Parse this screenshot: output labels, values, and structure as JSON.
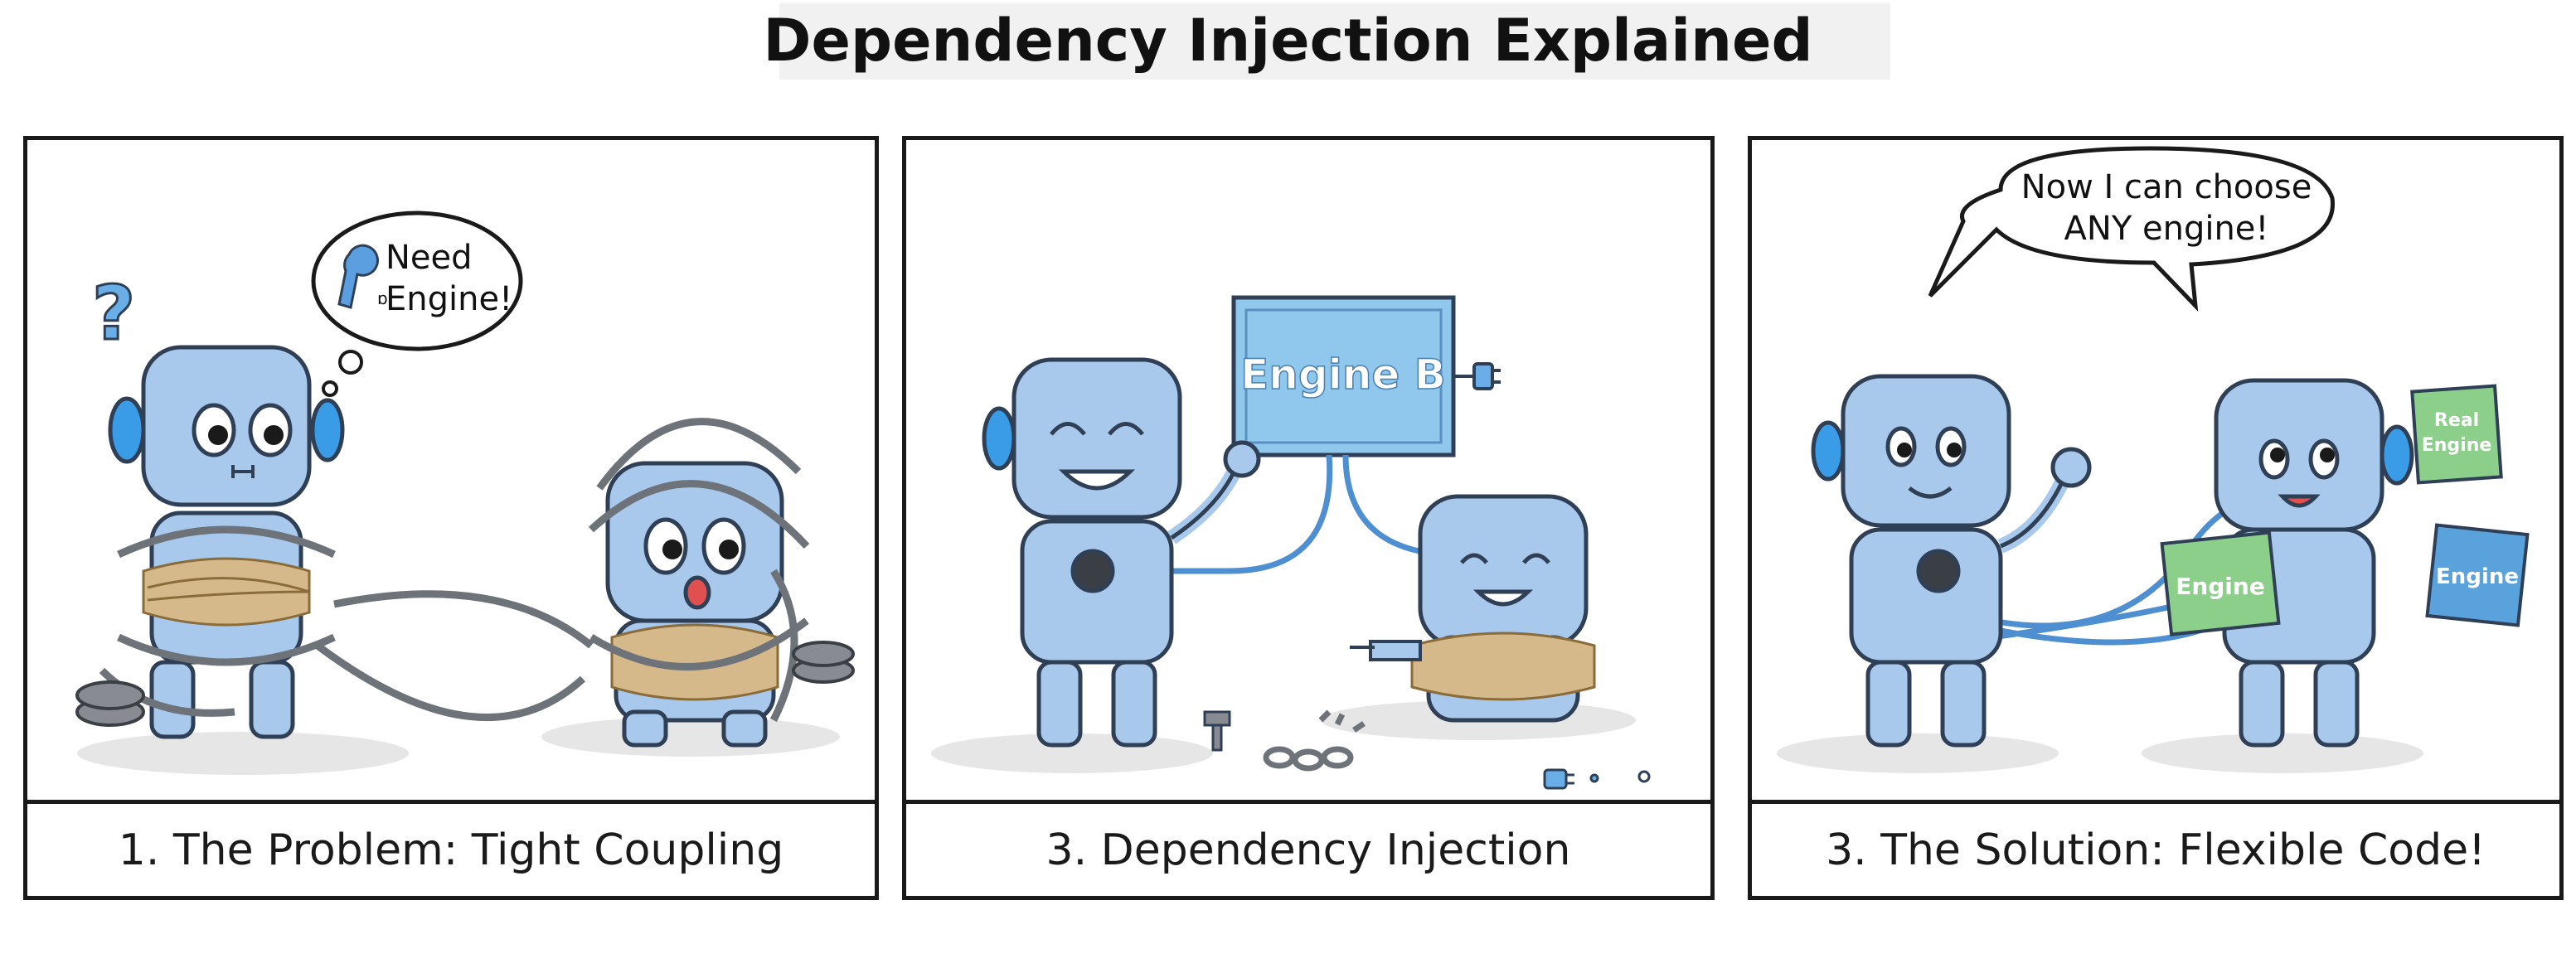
{
  "title": "Dependency Injection Explained",
  "panels": [
    {
      "caption": "1. The Problem: Tight Coupling",
      "bubble_lines": [
        "Need",
        "Engine!"
      ],
      "bubble_small_mark": "ɒ",
      "question_mark": "?"
    },
    {
      "caption": "3. Dependency Injection",
      "box_label": "Engine B"
    },
    {
      "caption": "3. The Solution: Flexible Code!",
      "bubble_lines": [
        "Now I can choose",
        "ANY engine!"
      ],
      "card_real_lines": [
        "Real",
        "Engine"
      ],
      "card_engine": "Engine",
      "card_engine_blue": "Engine"
    }
  ],
  "colors": {
    "robot_body": "#a9c9ec",
    "robot_outline": "#2f3f55",
    "robot_ear": "#3a9ce6",
    "rope": "#d6b98a",
    "chain": "#8a8f96",
    "box_blue": "#8fc8ec",
    "card_green": "#8ccf8a",
    "card_blue": "#5aa2dc",
    "cable": "#4d8fd0"
  }
}
